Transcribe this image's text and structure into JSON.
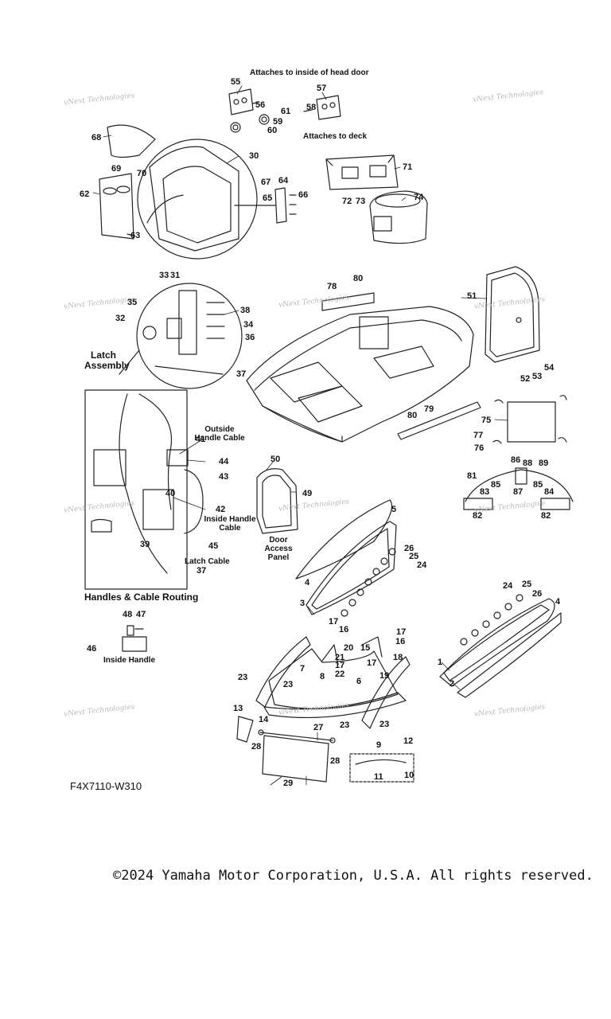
{
  "callouts": {
    "c55": "55",
    "c56": "56",
    "c57": "57",
    "c58": "58",
    "c61": "61",
    "c59": "59",
    "c60": "60",
    "c68": "68",
    "c69": "69",
    "c70": "70",
    "c30": "30",
    "c62": "62",
    "c63": "63",
    "c67": "67",
    "c64": "64",
    "c65": "65",
    "c66": "66",
    "c71": "71",
    "c72": "72",
    "c73": "73",
    "c74": "74",
    "c33": "33",
    "c31": "31",
    "c35": "35",
    "c32": "32",
    "c38": "38",
    "c34": "34",
    "c36": "36",
    "c37": "37",
    "c78": "78",
    "c80a": "80",
    "c51": "51",
    "c52": "52",
    "c53": "53",
    "c54": "54",
    "c79": "79",
    "c80b": "80",
    "c75": "75",
    "c77": "77",
    "c76": "76",
    "c41": "41",
    "c44": "44",
    "c43": "43",
    "c40": "40",
    "c42": "42",
    "c39": "39",
    "c45": "45",
    "c37b": "37",
    "c50": "50",
    "c49": "49",
    "c86": "86",
    "c88": "88",
    "c89": "89",
    "c81": "81",
    "c85a": "85",
    "c85b": "85",
    "c83": "83",
    "c87": "87",
    "c84": "84",
    "c82a": "82",
    "c82b": "82",
    "c5": "5",
    "c26": "26",
    "c25": "25",
    "c24": "24",
    "c4a": "4",
    "c3": "3",
    "c48": "48",
    "c47": "47",
    "c46": "46",
    "c17a": "17",
    "c16a": "16",
    "c20": "20",
    "c21": "21",
    "c17b": "17",
    "c22": "22",
    "c15": "15",
    "c17c": "17",
    "c16b": "16",
    "c17d": "17",
    "c18": "18",
    "c19": "19",
    "c7": "7",
    "c8": "8",
    "c23a": "23",
    "c23b": "23",
    "c6": "6",
    "c24b": "24",
    "c25b": "25",
    "c26b": "26",
    "c4b": "4",
    "c1": "1",
    "c2": "2",
    "c13": "13",
    "c14": "14",
    "c27": "27",
    "c23c": "23",
    "c23d": "23",
    "c28a": "28",
    "c28b": "28",
    "c9": "9",
    "c12": "12",
    "c11": "11",
    "c10": "10",
    "c29": "29"
  },
  "captions": {
    "head_door": "Attaches to inside of head door",
    "deck": "Attaches to deck",
    "latch_assembly": "Latch Assembly",
    "outside_handle_cable": "Outside Handle Cable",
    "inside_handle_cable": "Inside Handle Cable",
    "latch_cable": "Latch Cable",
    "door_access_panel": "Door Access Panel",
    "handles_routing": "Handles & Cable Routing",
    "inside_handle": "Inside Handle"
  },
  "watermark": "vNext Technologies",
  "diagram_code": "F4X7110-W310",
  "copyright": "©2024 Yamaha Motor Corporation, U.S.A. All rights reserved."
}
